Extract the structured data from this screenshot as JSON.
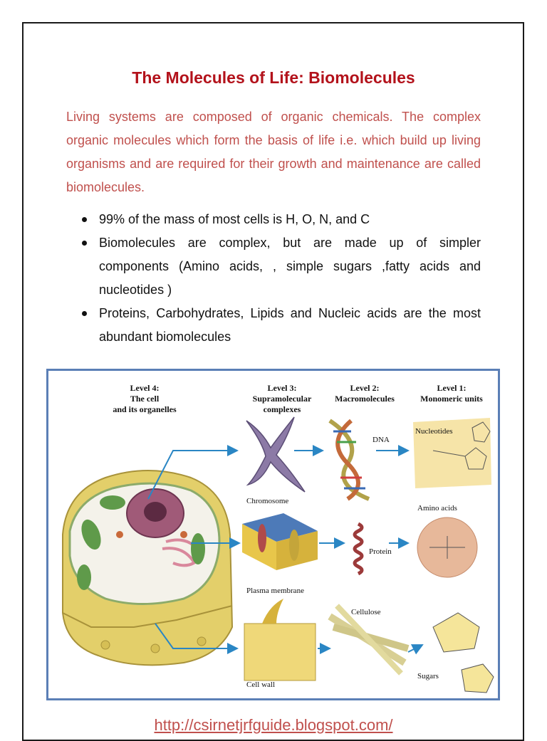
{
  "title": "The Molecules of Life: Biomolecules",
  "intro": "Living systems are composed of organic chemicals. The complex organic molecules which form the basis of life i.e. which build up living organisms and are required for their growth and maintenance are called biomolecules.",
  "bullets": [
    "99% of the mass of most cells is H, O, N, and C",
    "Biomolecules are complex, but are made up of simpler components (Amino acids, , simple sugars ,fatty acids and nucleotides )",
    "Proteins, Carbohydrates, Lipids and Nucleic acids  are the most abundant biomolecules"
  ],
  "figure": {
    "levels": {
      "level4_line1": "Level 4:",
      "level4_line2": "The cell",
      "level4_line3": "and its organelles",
      "level3_line1": "Level 3:",
      "level3_line2": "Supramolecular",
      "level3_line3": "complexes",
      "level2_line1": "Level 2:",
      "level2_line2": "Macromolecules",
      "level1_line1": "Level 1:",
      "level1_line2": "Monomeric units"
    },
    "labels": {
      "chromosome": "Chromosome",
      "plasma_membrane": "Plasma membrane",
      "cell_wall": "Cell wall",
      "dna": "DNA",
      "protein": "Protein",
      "cellulose": "Cellulose",
      "nucleotides": "Nucleotides",
      "amino_acids": "Amino acids",
      "sugars": "Sugars"
    }
  },
  "footer_link": "http://csirnetjrfguide.blogspot.com/",
  "colors": {
    "title": "#b3121b",
    "intro": "#c0504d",
    "figure_border": "#5b7fb6",
    "arrow": "#2a86c4"
  }
}
